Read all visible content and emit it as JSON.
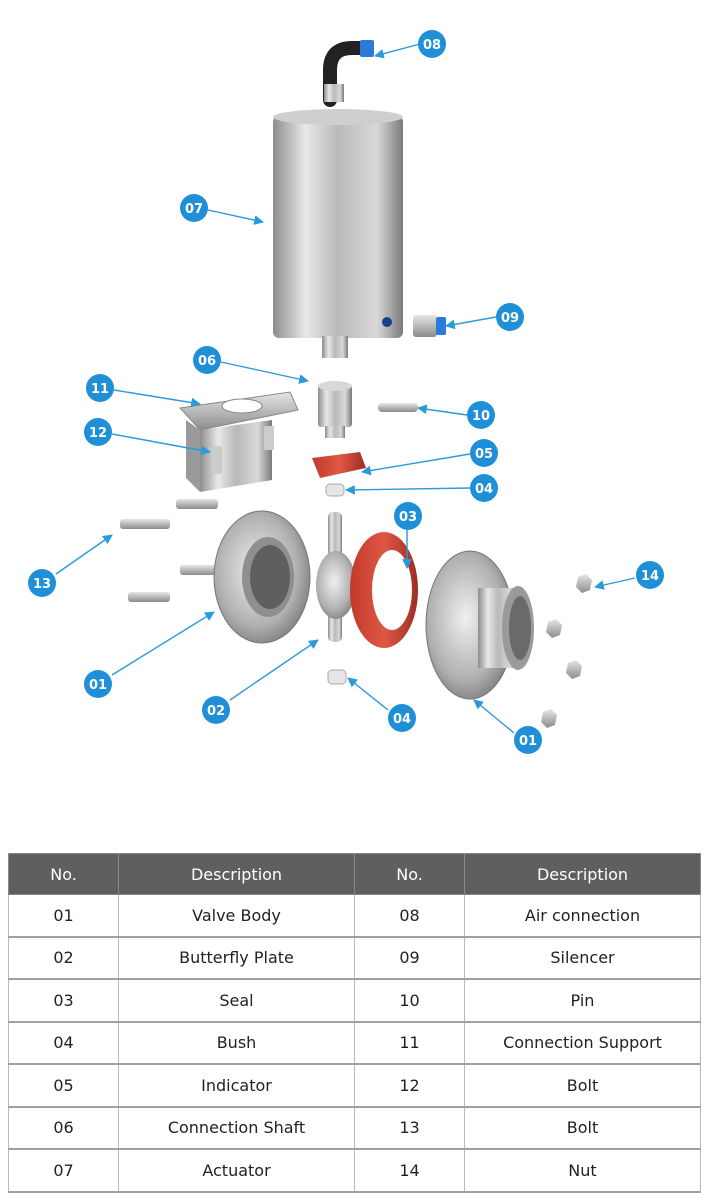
{
  "callouts": [
    "08",
    "07",
    "09",
    "06",
    "11",
    "10",
    "12",
    "05",
    "04",
    "03",
    "13",
    "14",
    "01",
    "02",
    "04",
    "01"
  ],
  "table": {
    "headers": [
      "No.",
      "Description",
      "No.",
      "Description"
    ],
    "rows": [
      [
        "01",
        "Valve Body",
        "08",
        "Air connection"
      ],
      [
        "02",
        "Butterfly Plate",
        "09",
        "Silencer"
      ],
      [
        "03",
        "Seal",
        "10",
        "Pin"
      ],
      [
        "04",
        "Bush",
        "11",
        "Connection Support"
      ],
      [
        "05",
        "Indicator",
        "12",
        "Bolt"
      ],
      [
        "06",
        "Connection Shaft",
        "13",
        "Bolt"
      ],
      [
        "07",
        "Actuator",
        "14",
        "Nut"
      ]
    ]
  }
}
